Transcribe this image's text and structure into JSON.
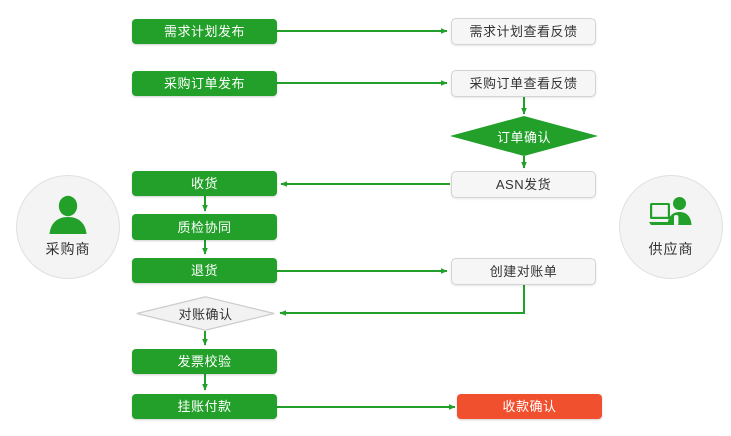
{
  "diagram": {
    "type": "flowchart",
    "title": "",
    "colors": {
      "green": "#22a02a",
      "red": "#f1502f",
      "gray_fill": "#f6f6f6",
      "gray_border": "#d4d4d4",
      "edge": "#22a02a",
      "actor_fill": "#f4f4f4"
    }
  },
  "actors": [
    {
      "id": "buyer",
      "label": "采购商",
      "icon": "person-icon",
      "side": "left"
    },
    {
      "id": "supplier",
      "label": "供应商",
      "icon": "person-at-computer-icon",
      "side": "right"
    }
  ],
  "nodes": [
    {
      "id": "n1",
      "label": "需求计划发布",
      "shape": "rect",
      "style": "green"
    },
    {
      "id": "n2",
      "label": "需求计划查看反馈",
      "shape": "rect",
      "style": "gray"
    },
    {
      "id": "n3",
      "label": "采购订单发布",
      "shape": "rect",
      "style": "green"
    },
    {
      "id": "n4",
      "label": "采购订单查看反馈",
      "shape": "rect",
      "style": "gray"
    },
    {
      "id": "n5",
      "label": "订单确认",
      "shape": "diamond",
      "style": "green"
    },
    {
      "id": "n6",
      "label": "ASN发货",
      "shape": "rect",
      "style": "gray"
    },
    {
      "id": "n7",
      "label": "收货",
      "shape": "rect",
      "style": "green"
    },
    {
      "id": "n8",
      "label": "质检协同",
      "shape": "rect",
      "style": "green"
    },
    {
      "id": "n9",
      "label": "退货",
      "shape": "rect",
      "style": "green"
    },
    {
      "id": "n10",
      "label": "创建对账单",
      "shape": "rect",
      "style": "gray"
    },
    {
      "id": "n11",
      "label": "对账确认",
      "shape": "diamond",
      "style": "gray"
    },
    {
      "id": "n12",
      "label": "发票校验",
      "shape": "rect",
      "style": "green"
    },
    {
      "id": "n13",
      "label": "挂账付款",
      "shape": "rect",
      "style": "green"
    },
    {
      "id": "n14",
      "label": "收款确认",
      "shape": "rect",
      "style": "red"
    }
  ],
  "edges": [
    {
      "from": "n1",
      "to": "n2",
      "direction": "right"
    },
    {
      "from": "n3",
      "to": "n4",
      "direction": "right"
    },
    {
      "from": "n4",
      "to": "n5",
      "direction": "down"
    },
    {
      "from": "n5",
      "to": "n6",
      "direction": "down"
    },
    {
      "from": "n6",
      "to": "n7",
      "direction": "left"
    },
    {
      "from": "n7",
      "to": "n8",
      "direction": "down"
    },
    {
      "from": "n8",
      "to": "n9",
      "direction": "down"
    },
    {
      "from": "n9",
      "to": "n10",
      "direction": "right"
    },
    {
      "from": "n10",
      "to": "n11",
      "direction": "down-left"
    },
    {
      "from": "n11",
      "to": "n12",
      "direction": "down"
    },
    {
      "from": "n12",
      "to": "n13",
      "direction": "down"
    },
    {
      "from": "n13",
      "to": "n14",
      "direction": "right"
    }
  ]
}
